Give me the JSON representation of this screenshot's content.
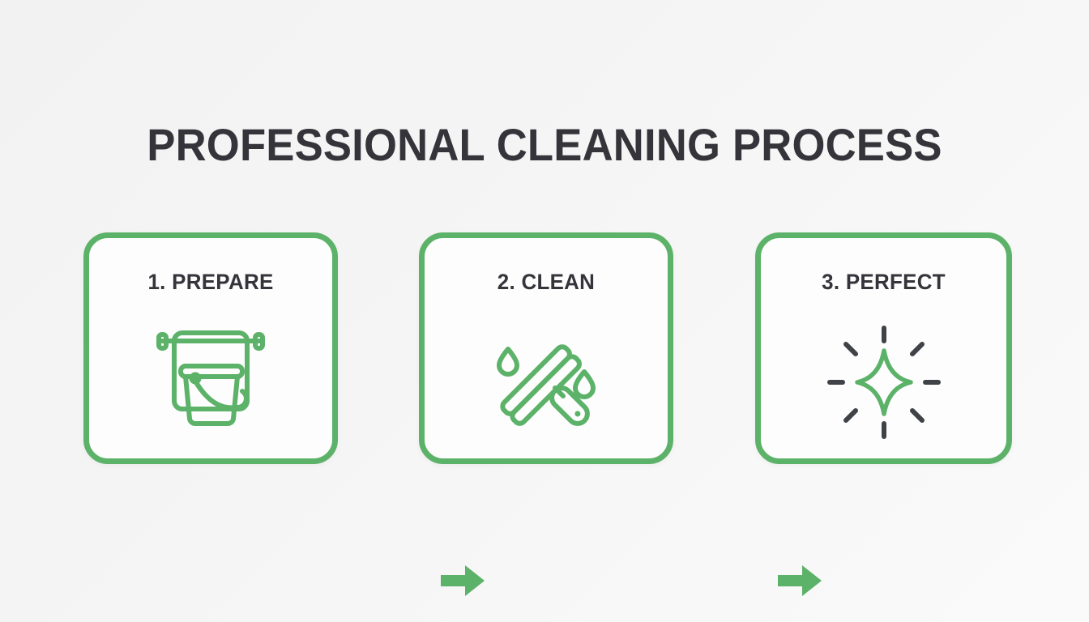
{
  "page": {
    "title": "PROFESSIONAL CLEANING PROCESS",
    "background_color": "#f4f4f4",
    "accent_color": "#5cb268",
    "text_color": "#34343a",
    "card_fill_color": "#fdfdfd",
    "ray_color": "#3f4246"
  },
  "steps": [
    {
      "label": "1. PREPARE",
      "number": "1",
      "name": "PREPARE",
      "icon": "bucket-icon"
    },
    {
      "label": "2. CLEAN",
      "number": "2",
      "name": "CLEAN",
      "icon": "squeegee-icon"
    },
    {
      "label": "3. PERFECT",
      "number": "3",
      "name": "PERFECT",
      "icon": "sparkle-icon"
    }
  ],
  "connectors": [
    {
      "icon": "arrow-right-icon"
    },
    {
      "icon": "arrow-right-icon"
    }
  ]
}
